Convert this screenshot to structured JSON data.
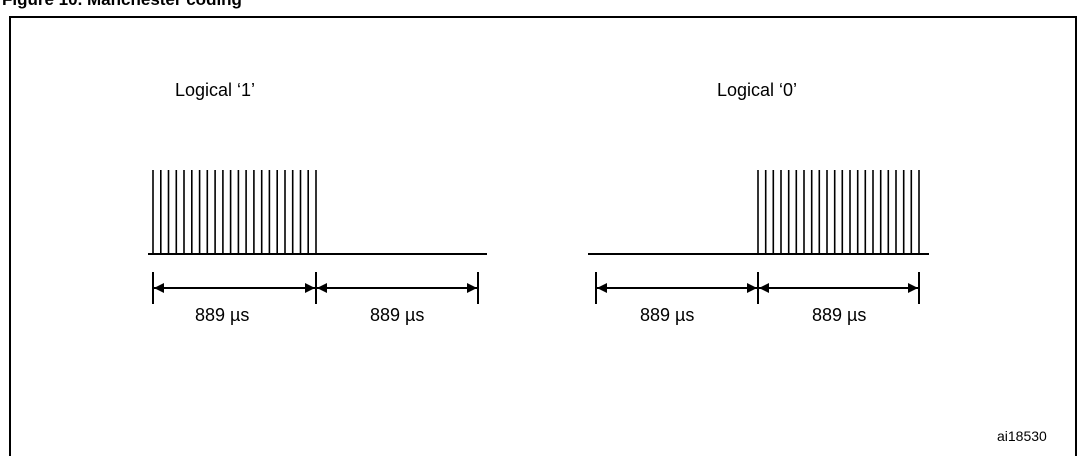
{
  "figure": {
    "caption": "Figure 10. Manchester coding"
  },
  "left": {
    "label": "Logical ‘1’",
    "dim1": "889 µs",
    "dim2": "889 µs"
  },
  "right": {
    "label": "Logical ‘0’",
    "dim1": "889 µs",
    "dim2": "889 µs"
  },
  "figure_code": "ai18530"
}
